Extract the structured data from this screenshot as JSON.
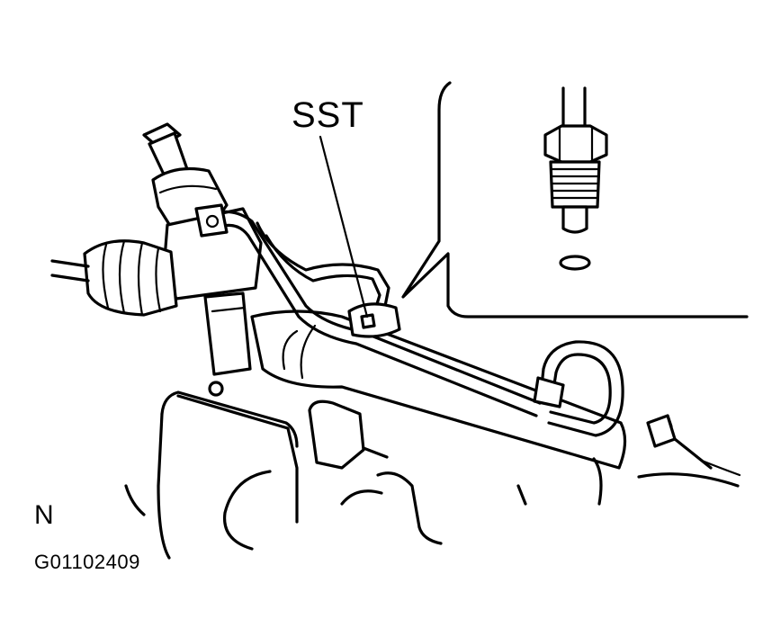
{
  "diagram": {
    "callout_label": "SST",
    "view_label": "N",
    "figure_code": "G01102409"
  },
  "icons": [
    "steering-gear-assembly",
    "pressure-tube-fitting",
    "o-ring"
  ],
  "colors": {
    "line": "#000000",
    "background": "#ffffff"
  }
}
